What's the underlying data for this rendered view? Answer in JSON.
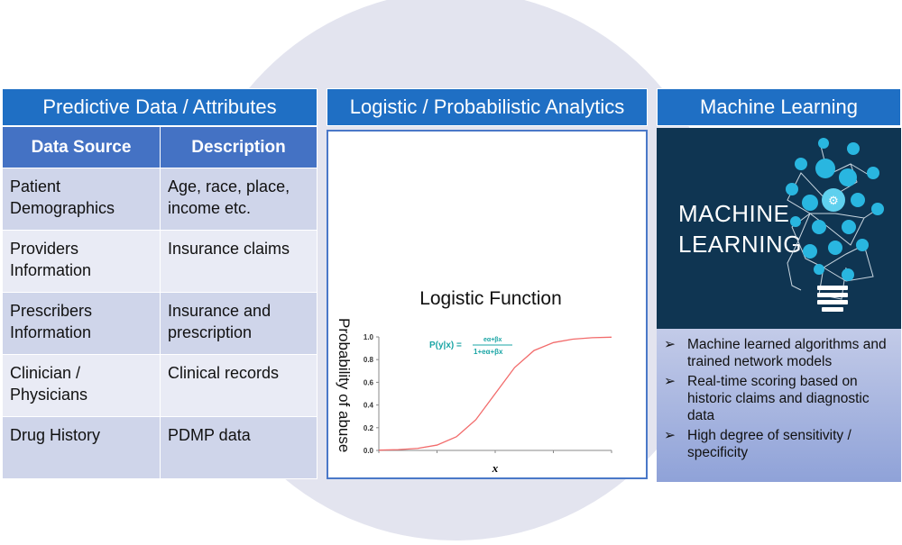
{
  "left": {
    "title": "Predictive Data / Attributes",
    "columns": [
      "Data Source",
      "Description"
    ],
    "rows": [
      [
        "Patient Demographics",
        "Age, race, place, income etc."
      ],
      [
        "Providers Information",
        "Insurance claims"
      ],
      [
        "Prescribers Information",
        "Insurance and prescription"
      ],
      [
        "Clinician / Physicians",
        "Clinical records"
      ],
      [
        "Drug History",
        "PDMP data"
      ]
    ]
  },
  "middle": {
    "title": "Logistic / Probabilistic Analytics"
  },
  "chart_data": {
    "type": "line",
    "title": "Logistic Function",
    "xlabel": "x",
    "ylabel": "Probability of abuse",
    "formula": "P(y|x) = e^(α+βx) / (1+e^(α+βx))",
    "formula_lhs": "P(y|x) =",
    "formula_num": "eα+βx",
    "formula_den": "1+eα+βx",
    "ylim": [
      0,
      1
    ],
    "yticks": [
      "0.0",
      "0.2",
      "0.4",
      "0.6",
      "0.8",
      "1.0"
    ],
    "xlim": [
      -6,
      6
    ],
    "x": [
      -6,
      -5,
      -4,
      -3,
      -2,
      -1,
      0,
      1,
      2,
      3,
      4,
      5,
      6
    ],
    "series": [
      {
        "name": "logistic",
        "color": "#f26b6b",
        "values": [
          0.0025,
          0.007,
          0.018,
          0.047,
          0.12,
          0.27,
          0.5,
          0.73,
          0.88,
          0.95,
          0.98,
          0.993,
          0.9975
        ]
      }
    ]
  },
  "right": {
    "title": "Machine Learning",
    "image_text": [
      "MACHINE",
      "LEARNING"
    ],
    "bullets": [
      "Machine learned algorithms and trained network models",
      "Real-time scoring based on historic claims and diagnostic data",
      "High degree of sensitivity / specificity"
    ],
    "bullet_icon": "➢"
  }
}
